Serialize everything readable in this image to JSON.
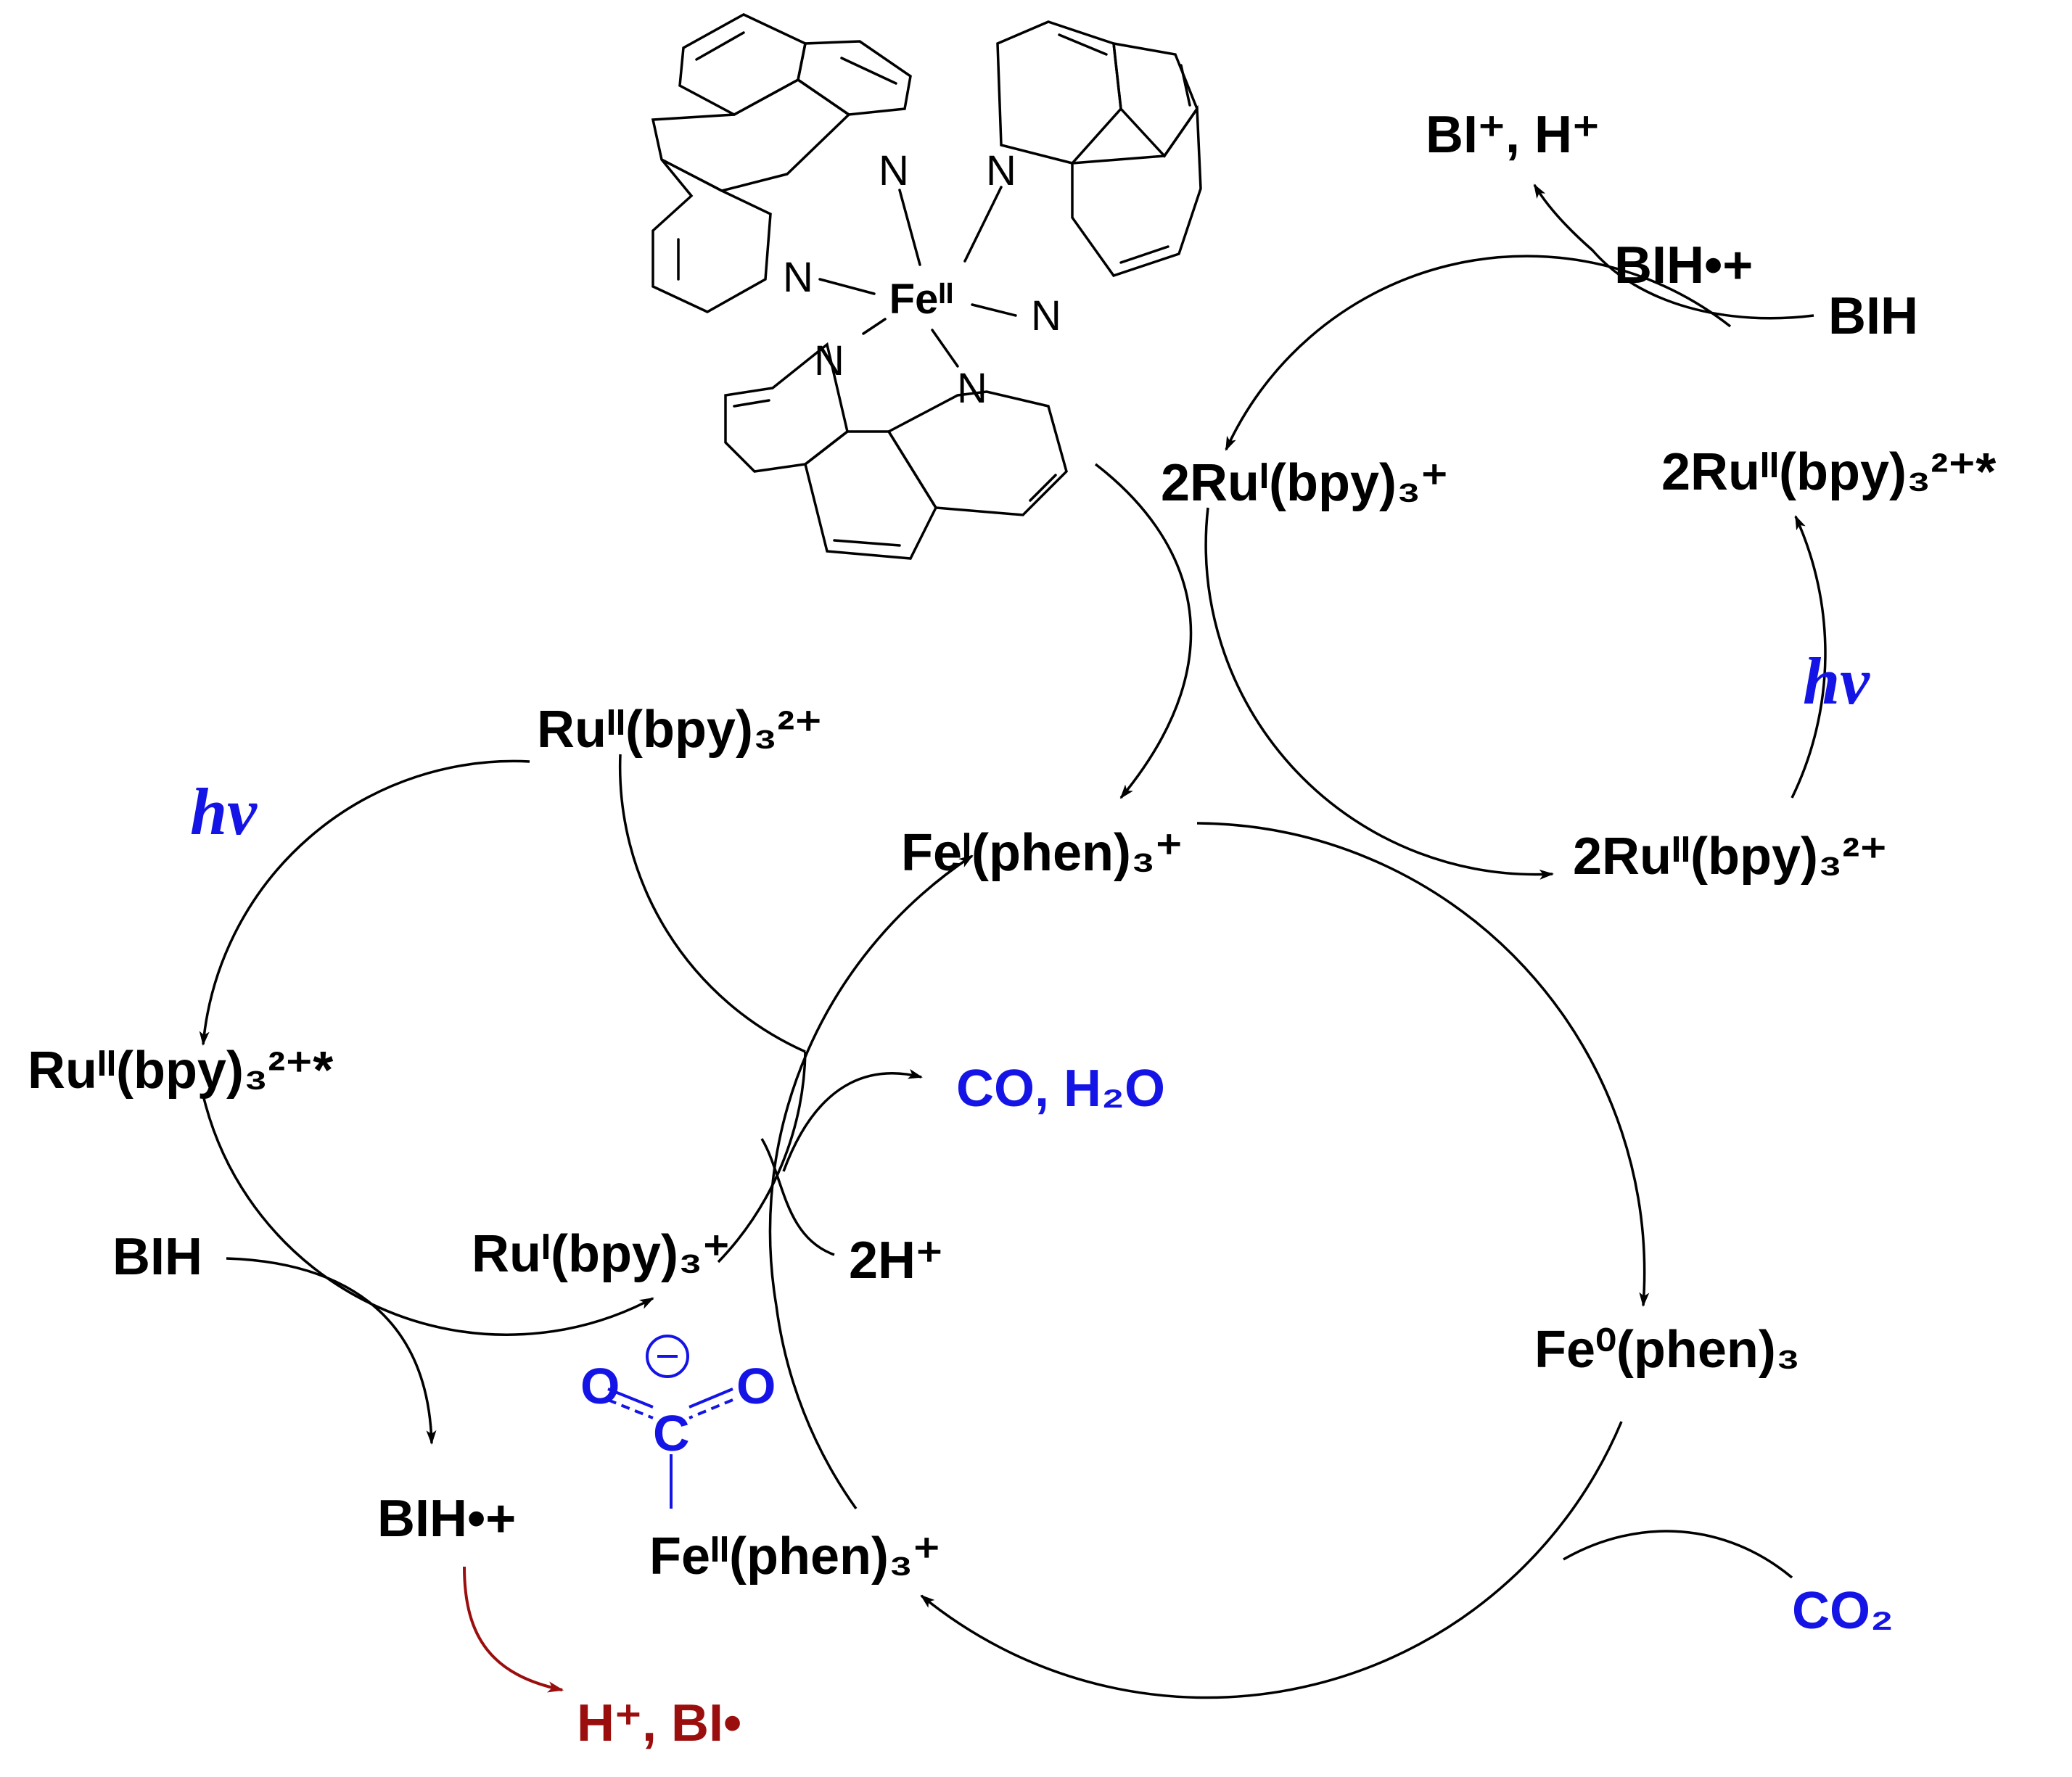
{
  "labels": {
    "bi_plus_h_plus": "BI⁺, H⁺",
    "bih_radical_top": "BIH•+",
    "bih_top": "BIH",
    "two_ru_i": "2Ruᴵ(bpy)₃⁺",
    "two_ru_ii_star": "2Ruᴵᴵ(bpy)₃²⁺*",
    "hv_right": "hν",
    "two_ru_ii": "2Ruᴵᴵ(bpy)₃²⁺",
    "ru_ii_left": "Ruᴵᴵ(bpy)₃²⁺",
    "hv_left": "hν",
    "ru_ii_star_left": "Ruᴵᴵ(bpy)₃²⁺*",
    "fe_i": "Feᴵ(phen)₃⁺",
    "co_h2o": "CO, H₂O",
    "bih_left": "BIH",
    "ru_i_left": "Ruᴵ(bpy)₃⁺",
    "two_h_plus": "2H⁺",
    "fe_0": "Fe⁰(phen)₃",
    "bih_radical_bottom": "BIH•+",
    "fe_ii_co2": "Feᴵᴵ(phen)₃⁺",
    "co2": "CO₂",
    "h_plus_bi_radical": "H⁺, BI•"
  },
  "complex": {
    "center": "Feᴵᴵ",
    "n_atom": "N"
  },
  "co2_adduct": {
    "o_left": "O",
    "o_right": "O",
    "c": "C",
    "charge": "⊖"
  },
  "colors": {
    "reagent_blue": "#1414e6",
    "byproduct_red": "#9b0e0e",
    "line_black": "#000000"
  }
}
